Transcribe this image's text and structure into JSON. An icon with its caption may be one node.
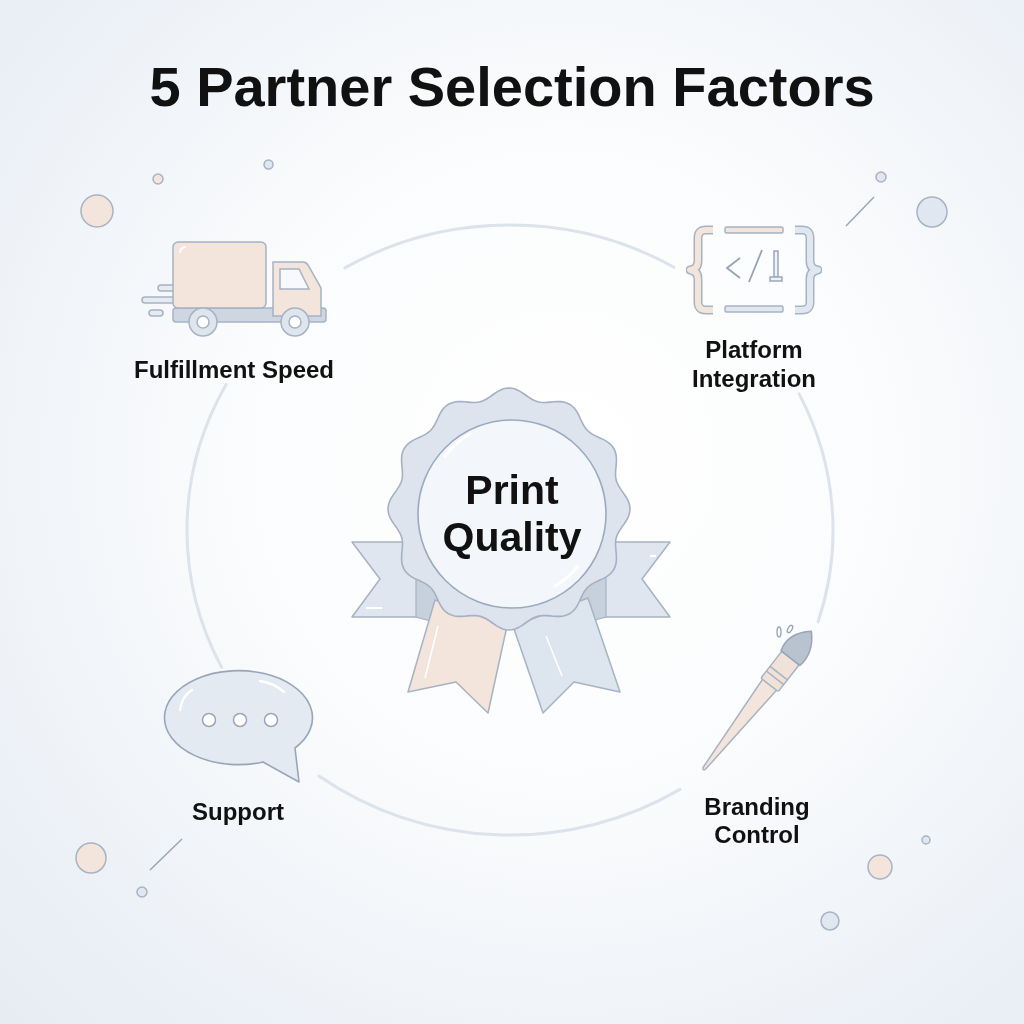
{
  "diagram": {
    "title": "5 Partner Selection Factors",
    "nodes": [
      {
        "text": [
          "Fulfillment Speed"
        ]
      },
      {
        "text": [
          "Platform Integration"
        ]
      },
      {
        "text": [
          "Print Quality"
        ]
      },
      {
        "text": [
          "Support"
        ]
      },
      {
        "text": [
          "Branding Control"
        ]
      }
    ],
    "edges": [
      {
        "from": 0,
        "to": 1,
        "arrow": "none"
      },
      {
        "from": 1,
        "to": 4,
        "arrow": "none"
      },
      {
        "from": 4,
        "to": 3,
        "arrow": "none"
      },
      {
        "from": 3,
        "to": 0,
        "arrow": "none"
      }
    ]
  }
}
